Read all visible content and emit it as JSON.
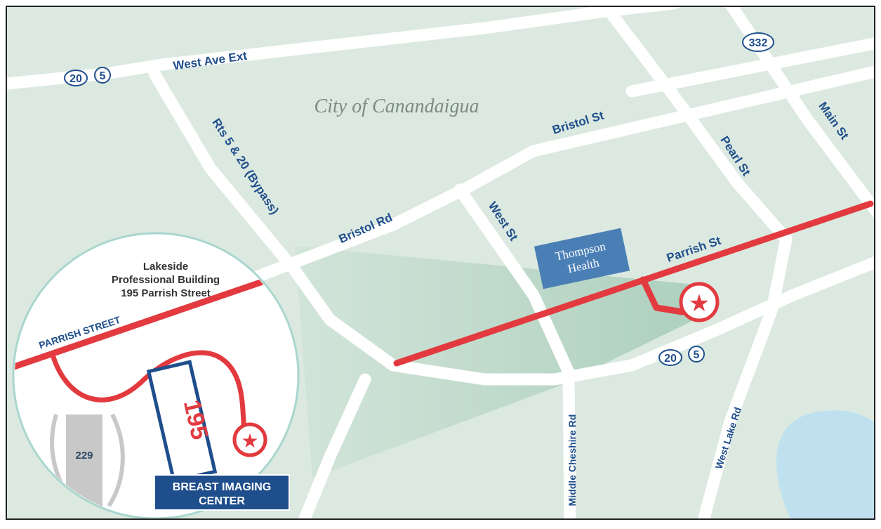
{
  "map": {
    "city_label": "City of Canandaigua",
    "colors": {
      "land": "#dbe9e0",
      "road": "#ffffff",
      "route": "#e23a3f",
      "label": "#1f4e8c",
      "water": "#bfe1ef",
      "hospital_box": "#4a7fb5",
      "center_box": "#1f4e8c"
    },
    "roads": {
      "west_ave_ext": "West Ave Ext",
      "bypass": "Rts 5 & 20 (Bypass)",
      "bristol_st": "Bristol St",
      "bristol_rd": "Bristol Rd",
      "west_st": "West St",
      "pearl_st": "Pearl St",
      "main_st": "Main St",
      "parrish_st": "Parrish St",
      "middle_cheshire_rd": "Middle Cheshire Rd",
      "west_lake_rd": "West Lake Rd"
    },
    "shields": {
      "route_20_a": "20",
      "route_5_a": "5",
      "route_20_b": "20",
      "route_5_b": "5",
      "route_332": "332"
    },
    "hospital": {
      "line1": "Thompson",
      "line2": "Health"
    },
    "inset": {
      "title_line1": "Lakeside",
      "title_line2": "Professional Building",
      "title_line3": "195 Parrish Street",
      "street_label": "PARRISH STREET",
      "building_number": "195",
      "neighbor_building": "229",
      "center_line1": "BREAST IMAGING",
      "center_line2": "CENTER"
    }
  }
}
